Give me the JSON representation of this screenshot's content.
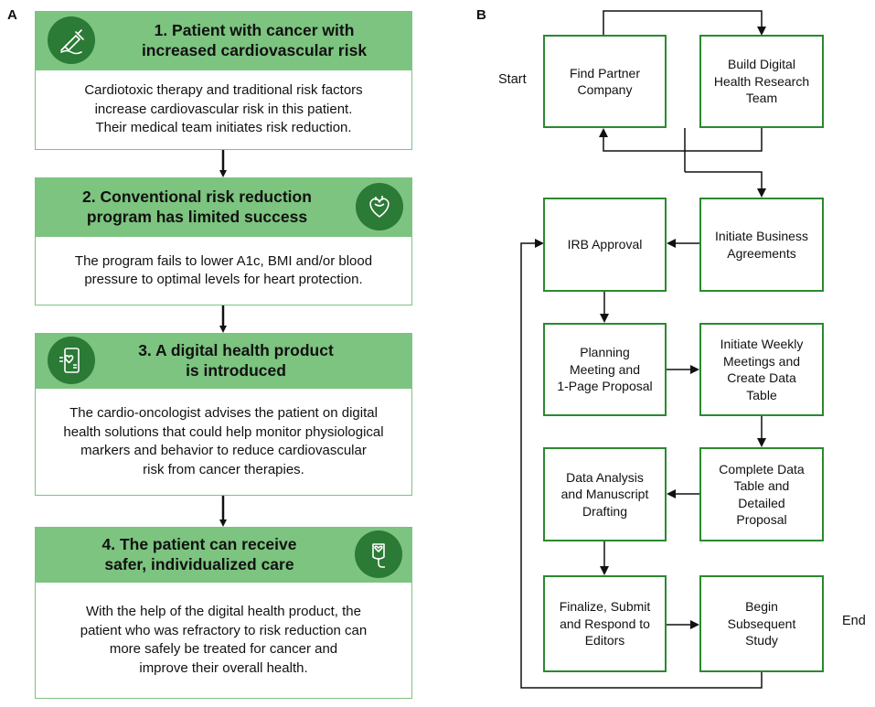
{
  "panel_a": {
    "letter": "A",
    "steps": [
      {
        "heading": "1.  Patient with cancer with\nincreased cardiovascular risk",
        "body": "Cardiotoxic therapy and traditional risk factors\nincrease cardiovascular risk in this patient.\nTheir medical team initiates risk reduction.",
        "icon": "syringe-icon"
      },
      {
        "heading": "2.  Conventional risk reduction\nprogram has limited success",
        "body": "The program fails to lower A1c, BMI and/or blood\npressure to optimal levels for heart protection.",
        "icon": "heart-icon"
      },
      {
        "heading": "3.  A digital health product\nis introduced",
        "body": "The cardio-oncologist advises the patient on digital\nhealth solutions that could help monitor physiological\nmarkers and behavior to reduce cardiovascular\nrisk from cancer therapies.",
        "icon": "phone-heart-icon"
      },
      {
        "heading": "4.  The patient can receive\nsafer, individualized care",
        "body": "With the help of the digital health product, the\npatient who was refractory to risk reduction can\nmore safely be treated for cancer and\nimprove their overall health.",
        "icon": "iv-heart-icon"
      }
    ]
  },
  "panel_b": {
    "letter": "B",
    "start_label": "Start",
    "end_label": "End",
    "boxes": [
      {
        "id": "find-partner",
        "label": "Find Partner\nCompany"
      },
      {
        "id": "build-team",
        "label": "Build Digital\nHealth Research\nTeam"
      },
      {
        "id": "irb",
        "label": "IRB Approval"
      },
      {
        "id": "business",
        "label": "Initiate Business\nAgreements"
      },
      {
        "id": "planning",
        "label": "Planning\nMeeting and\n1-Page Proposal"
      },
      {
        "id": "weekly",
        "label": "Initiate Weekly\nMeetings and\nCreate Data\nTable"
      },
      {
        "id": "analysis",
        "label": "Data Analysis\nand Manuscript\nDrafting"
      },
      {
        "id": "complete",
        "label": "Complete Data\nTable and\nDetailed\nProposal"
      },
      {
        "id": "finalize",
        "label": "Finalize, Submit\nand Respond to\nEditors"
      },
      {
        "id": "subsequent",
        "label": "Begin\nSubsequent\nStudy"
      }
    ]
  },
  "colors": {
    "header_green": "#7cc47f",
    "icon_green": "#2b7a36",
    "flow_border": "#2a8a2e"
  }
}
